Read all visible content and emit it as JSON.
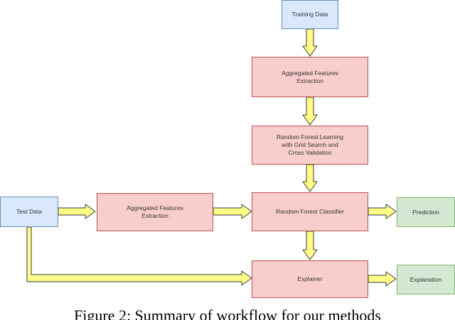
{
  "nodes": {
    "training_data": "Training Data",
    "agg_features_top": "Aggregated Features\nExtraction",
    "rf_learning": "Random Forest Learning\nwith Grid Search and\nCross Validation",
    "test_data": "Test Data",
    "agg_features_left": "Aggregated Features\nExtraction",
    "rf_classifier": "Random Forest Classifier",
    "explainer": "Explainer",
    "prediction": "Prediction",
    "explanation": "Explanation"
  },
  "caption": "Figure 2: Summary of workflow for our methods",
  "colors": {
    "input_fill": "#dae8fc",
    "process_fill": "#f8cecc",
    "output_fill": "#d5e8d4",
    "arrow_fill": "#ffff88",
    "arrow_stroke": "#36393d"
  }
}
